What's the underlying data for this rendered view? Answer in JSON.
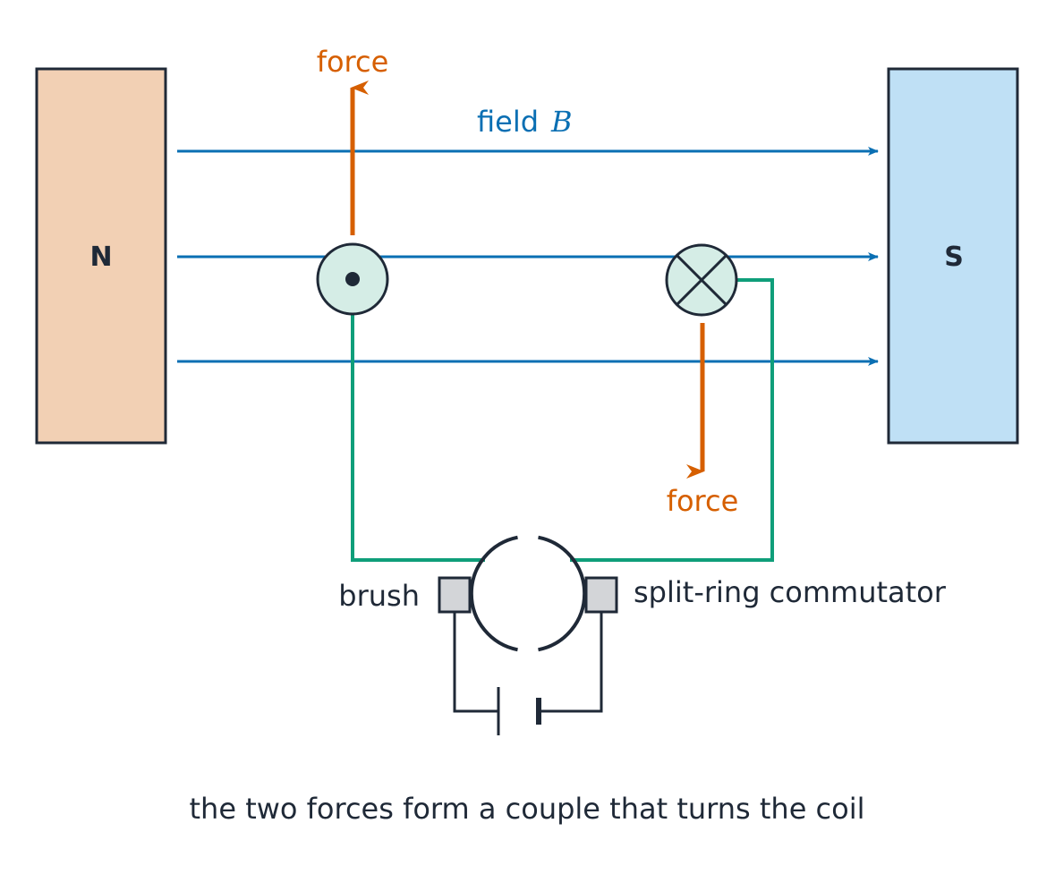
{
  "magnets": {
    "north": {
      "label": "N",
      "color": "#f2d0b4"
    },
    "south": {
      "label": "S",
      "color": "#bfe0f5"
    }
  },
  "field": {
    "label_text": "field",
    "label_symbol": "B",
    "color": "#0a6fb3"
  },
  "forces": {
    "upper_label": "force",
    "lower_label": "force",
    "color": "#d65f00"
  },
  "coil": {
    "color": "#0f9e7a",
    "conductor_fill": "#d5ede6",
    "current_out_symbol": "dot",
    "current_in_symbol": "cross"
  },
  "commutator": {
    "brush_label": "brush",
    "ring_label": "split-ring commutator",
    "brush_fill": "#d3d5d8"
  },
  "caption": "the two forces form a couple that turns the coil",
  "ink_color": "#1f2937"
}
